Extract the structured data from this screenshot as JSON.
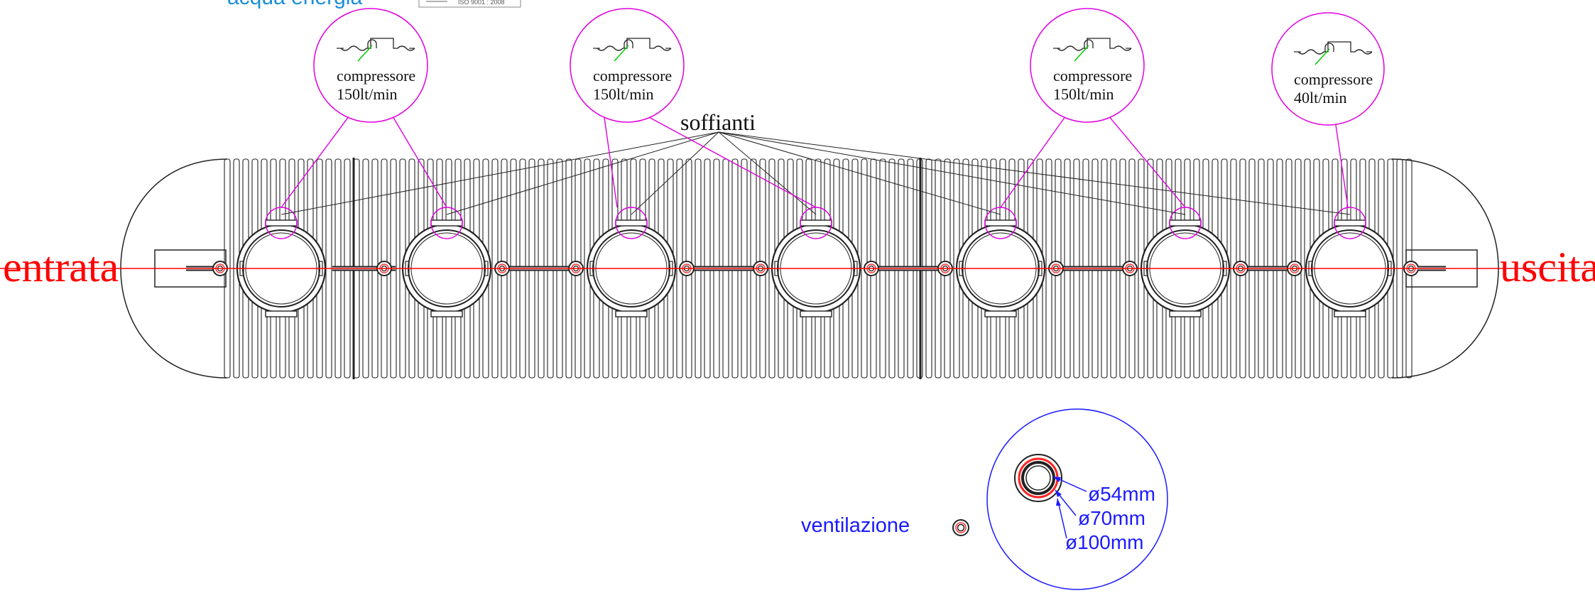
{
  "header": {
    "brand_text": "acqua energia",
    "certification_text": "ISO 9001 : 2008"
  },
  "labels": {
    "inlet": "entrata",
    "outlet": "uscita",
    "blowers": "soffianti",
    "ventilation": "ventilazione"
  },
  "compressors": [
    {
      "name": "compressore",
      "flow": "150lt/min"
    },
    {
      "name": "compressore",
      "flow": "150lt/min"
    },
    {
      "name": "compressore",
      "flow": "150lt/min"
    },
    {
      "name": "compressore",
      "flow": "40lt/min"
    }
  ],
  "vent_detail": {
    "dimensions": [
      "ø54mm",
      "ø70mm",
      "ø100mm"
    ]
  },
  "tank": {
    "manholes": 7,
    "blower_count": 7
  },
  "colors": {
    "outline": "#222222",
    "axis": "#ff0000",
    "callout": "#e000e0",
    "detail": "#1a1aff",
    "brand": "#1a8fd8",
    "accent_green": "#00cc00"
  }
}
